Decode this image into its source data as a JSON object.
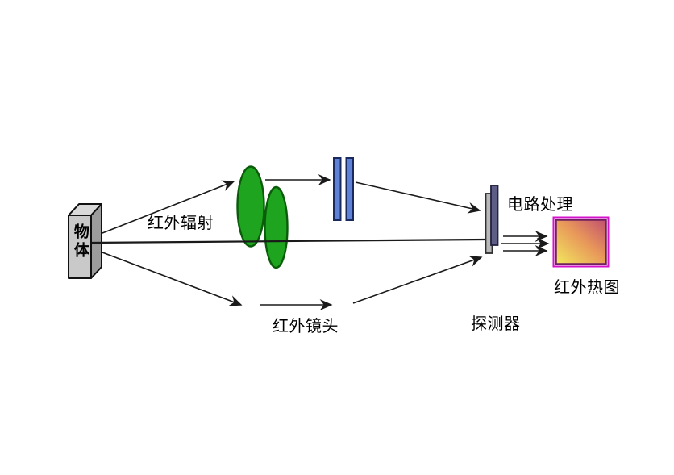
{
  "labels": {
    "object": "物体",
    "radiation": "红外辐射",
    "lens": "红外镜头",
    "detector": "探测器",
    "circuit": "电路处理",
    "thermal": "红外热图"
  },
  "colors": {
    "box_front": "#c9c9c9",
    "box_top": "#d9d9d9",
    "box_side": "#9c9c9c",
    "lens_green": "#1ea41e",
    "filter_blue": "#5f82d6",
    "detector_gray": "#b9b9b9",
    "detector_dark": "#5d5d86",
    "thermal_border": "#d412cc",
    "heat_hot": "#c24f70",
    "heat_mid": "#e8975a",
    "heat_cool": "#f2e95e"
  }
}
